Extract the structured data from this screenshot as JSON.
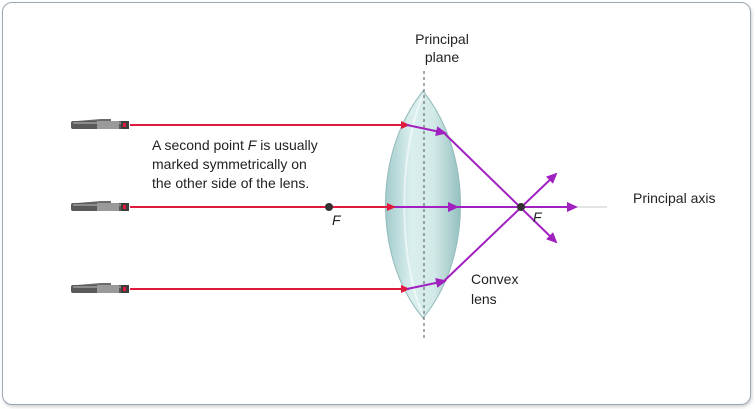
{
  "labels": {
    "principal_plane_line1": "Principal",
    "principal_plane_line2": "plane",
    "principal_axis": "Principal axis",
    "convex_lens_line1": "Convex",
    "convex_lens_line2": "lens",
    "focal_left": "F",
    "focal_right": "F",
    "note_line1_pre": "A second point ",
    "note_line1_f": "F",
    "note_line1_post": " is usually",
    "note_line2": "marked symmetrically on",
    "note_line3": "the other side of the lens."
  },
  "colors": {
    "incident_ray": "#e0193f",
    "refracted_ray": "#a020c0",
    "lens_fill": "#b9dcdc",
    "axis": "#c8c8c8"
  },
  "icons": [
    "laser-pointer-icon"
  ]
}
